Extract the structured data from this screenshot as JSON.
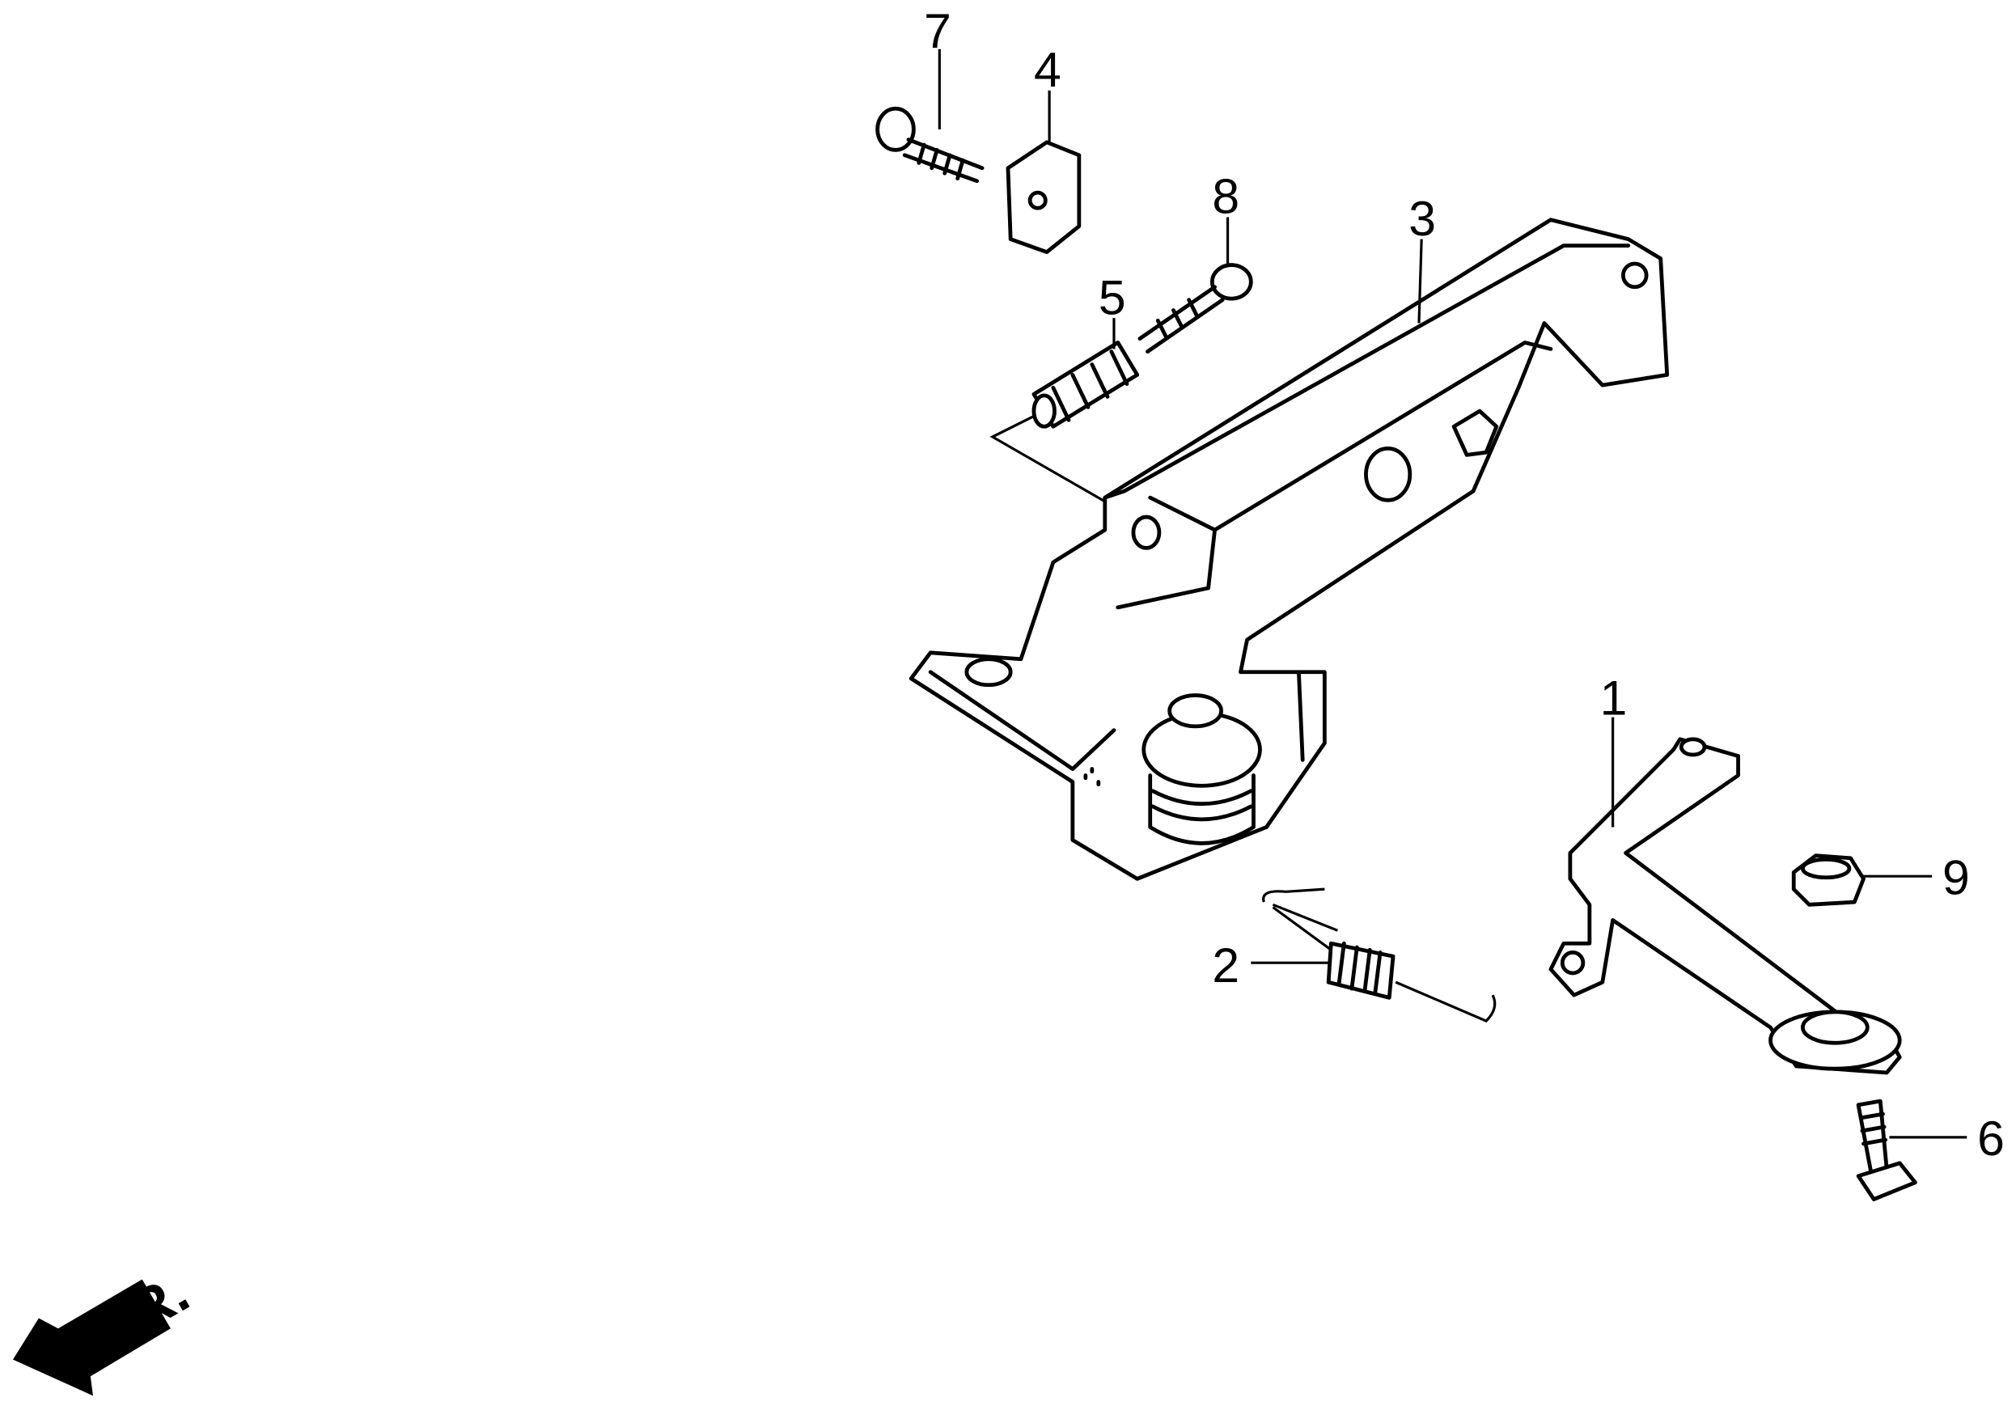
{
  "diagram": {
    "orientation_label": "FR.",
    "callouts": [
      {
        "id": "1",
        "part": "lever-bracket"
      },
      {
        "id": "2",
        "part": "return-spring"
      },
      {
        "id": "3",
        "part": "control-base"
      },
      {
        "id": "4",
        "part": "cable-clamp"
      },
      {
        "id": "5",
        "part": "spring"
      },
      {
        "id": "6",
        "part": "bolt"
      },
      {
        "id": "7",
        "part": "flange-bolt"
      },
      {
        "id": "8",
        "part": "screw"
      },
      {
        "id": "9",
        "part": "nut"
      }
    ]
  }
}
